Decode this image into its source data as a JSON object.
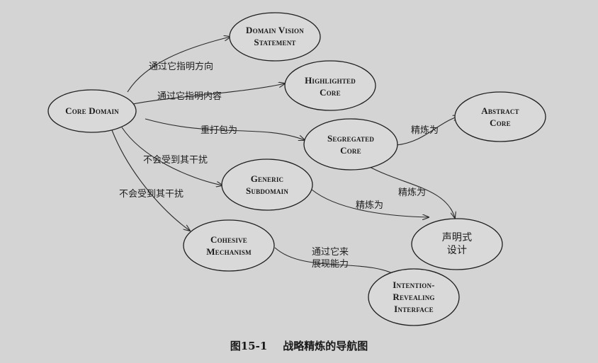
{
  "nodes": {
    "core_domain": [
      "Core Domain"
    ],
    "domain_vision_statement": [
      "Domain Vision",
      "Statement"
    ],
    "highlighted_core": [
      "Highlighted",
      "Core"
    ],
    "segregated_core": [
      "Segregated",
      "Core"
    ],
    "abstract_core": [
      "Abstract",
      "Core"
    ],
    "generic_subdomain": [
      "Generic",
      "Subdomain"
    ],
    "cohesive_mechanism": [
      "Cohesive",
      "Mechanism"
    ],
    "declarative_design": [
      "声明式",
      "设计"
    ],
    "intention_revealing_interface": [
      "Intention-",
      "Revealing",
      "Interface"
    ]
  },
  "edges": {
    "core_to_dvs": [
      "通过它指明方向"
    ],
    "core_to_highlighted": [
      "通过它指明内容"
    ],
    "core_to_segregated": [
      "重打包为"
    ],
    "core_to_generic": [
      "不会受到其干扰"
    ],
    "core_to_cohesive": [
      "不会受到其干扰"
    ],
    "segregated_to_abstract": [
      "精炼为"
    ],
    "segregated_to_declarative": [
      "精炼为"
    ],
    "generic_to_declarative": [
      "精炼为"
    ],
    "cohesive_to_intention": [
      "通过它来",
      "展现能力"
    ]
  },
  "caption": {
    "number": "图15-1",
    "title": "战略精炼的导航图"
  }
}
